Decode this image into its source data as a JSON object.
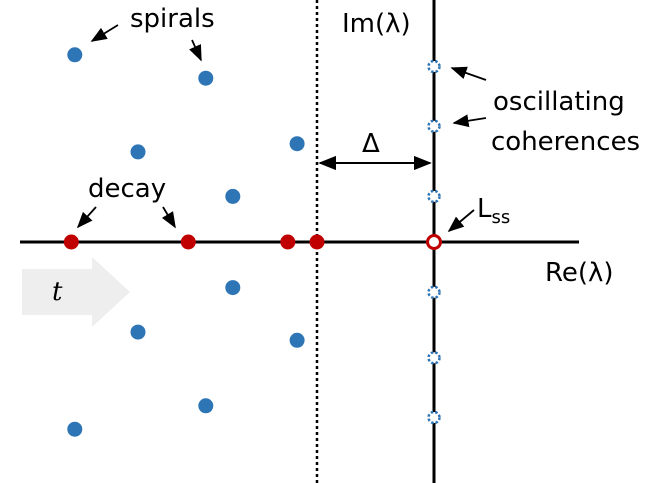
{
  "labels": {
    "imaginary_axis": "Im(λ)",
    "real_axis": "Re(λ)",
    "spirals": "spirals",
    "decay": "decay",
    "oscillating_line1": "oscillating",
    "oscillating_line2": "coherences",
    "gap": "Δ",
    "steady_state_main": "L",
    "steady_state_sub": "ss",
    "time": "t"
  },
  "colors": {
    "spiral_point": "#2e75b6",
    "decay_point": "#c00000",
    "coherence_point": "#2e75b6",
    "steady_state_point": "#c00000",
    "axis": "#000000",
    "arrow_fill": "#eeeeee"
  },
  "points": {
    "spirals": [
      {
        "re": -3.07,
        "im": 1.6
      },
      {
        "re": -1.95,
        "im": 1.4
      },
      {
        "re": -2.53,
        "im": 0.77
      },
      {
        "re": -1.17,
        "im": 0.84
      },
      {
        "re": -1.72,
        "im": 0.39
      },
      {
        "re": -1.72,
        "im": -0.39
      },
      {
        "re": -1.17,
        "im": -0.84
      },
      {
        "re": -2.53,
        "im": -0.77
      },
      {
        "re": -1.95,
        "im": -1.4
      },
      {
        "re": -3.07,
        "im": -1.6
      }
    ],
    "decay": [
      {
        "re": -3.1,
        "im": 0
      },
      {
        "re": -2.1,
        "im": 0
      },
      {
        "re": -1.25,
        "im": 0
      },
      {
        "re": -1.0,
        "im": 0
      }
    ],
    "coherences": [
      {
        "re": 0,
        "im": 1.5
      },
      {
        "re": 0,
        "im": 0.99
      },
      {
        "re": 0,
        "im": 0.39
      },
      {
        "re": 0,
        "im": -0.43
      },
      {
        "re": 0,
        "im": -0.99
      },
      {
        "re": 0,
        "im": -1.5
      }
    ],
    "steady_state": {
      "re": 0,
      "im": 0
    }
  }
}
